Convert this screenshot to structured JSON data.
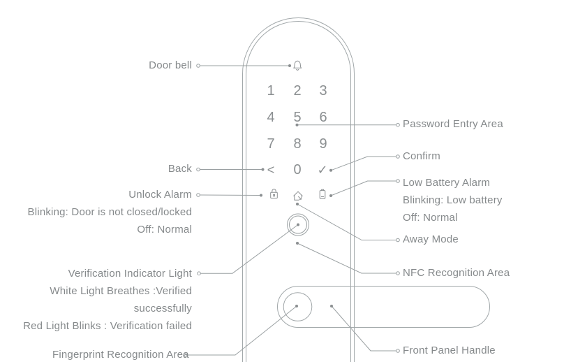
{
  "device": {
    "name": "smart door lock front panel diagram",
    "colors": {
      "background": "#ffffff",
      "label_text": "#85898b",
      "callout_line": "#9aa0a2",
      "panel_outline": "#a2a8aa",
      "keypad_text": "#8b8f91"
    }
  },
  "keypad": {
    "keys": [
      "1",
      "2",
      "3",
      "4",
      "5",
      "6",
      "7",
      "8",
      "9",
      "<",
      "0",
      "✓"
    ]
  },
  "icons": {
    "door_bell": "bell-icon",
    "unlock_alarm": "padlock-icon",
    "away_mode": "house-icon",
    "low_battery": "battery-icon",
    "back_key": "chevron-left-glyph",
    "confirm_key": "check-mark-glyph",
    "verification_indicator": "double-circle-light",
    "fingerprint_sensor": "circle-sensor"
  },
  "callouts": {
    "door_bell": "Door bell",
    "password_entry": "Password Entry Area",
    "confirm": "Confirm",
    "back": "Back",
    "unlock_alarm": {
      "title": "Unlock Alarm",
      "blinking": "Blinking: Door is not closed/locked",
      "off": "Off: Normal"
    },
    "low_battery": {
      "title": "Low Battery Alarm",
      "blinking": "Blinking: Low battery",
      "off": "Off: Normal"
    },
    "away_mode": "Away Mode",
    "nfc": "NFC Recognition Area",
    "verification_indicator": {
      "title": "Verification Indicator Light",
      "line1": "White Light Breathes :Verified",
      "line2": "successfully",
      "line3": "Red Light Blinks : Verification failed"
    },
    "fingerprint": "Fingerprint Recognition Area",
    "front_panel_handle": "Front Panel Handle"
  }
}
